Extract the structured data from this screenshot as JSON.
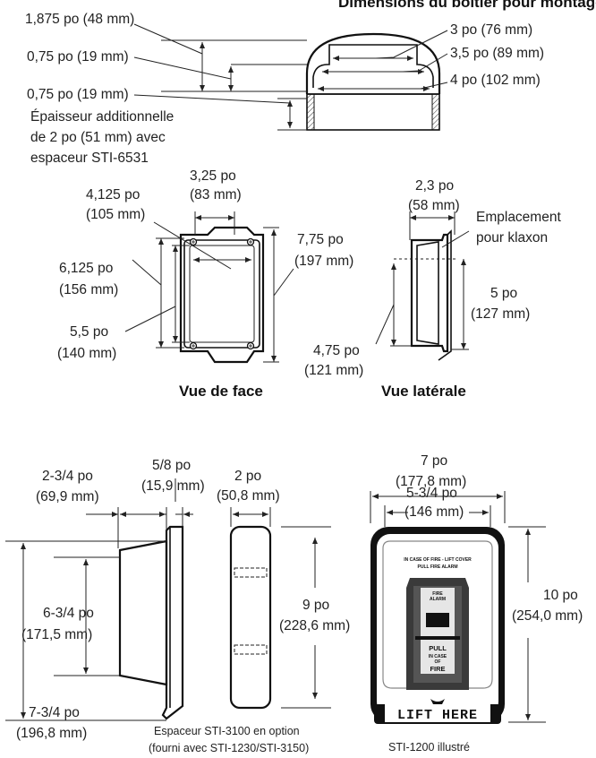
{
  "title_top": "Dimensions du boîtier pour montage en applique",
  "top": {
    "d1": "1,875 po (48 mm)",
    "d2": "0,75 po (19 mm)",
    "d3": "0,75 po (19 mm)",
    "note1": "Épaisseur additionnelle",
    "note2": "de 2 po (51 mm) avec",
    "note3": "espaceur STI-6531",
    "r1": "3 po (76 mm)",
    "r2": "3,5 po (89 mm)",
    "r3": "4 po (102 mm)"
  },
  "front": {
    "w1a": "3,25 po",
    "w1b": "(83 mm)",
    "w2a": "4,125 po",
    "w2b": "(105 mm)",
    "h1a": "6,125 po",
    "h1b": "(156 mm)",
    "h2a": "5,5 po",
    "h2b": "(140 mm)",
    "h3a": "7,75 po",
    "h3b": "(197 mm)",
    "caption": "Vue de face"
  },
  "side": {
    "wa": "2,3 po",
    "wb": "(58 mm)",
    "horn1": "Emplacement",
    "horn2": "pour klaxon",
    "h1a": "5 po",
    "h1b": "(127 mm)",
    "h2a": "4,75 po",
    "h2b": "(121 mm)",
    "caption": "Vue latérale"
  },
  "bottom": {
    "a1": "5/8 po",
    "a2": "(15,9 mm)",
    "b1": "2-3/4 po",
    "b2": "(69,9 mm)",
    "c1": "2 po",
    "c2": "(50,8 mm)",
    "d1": "6-3/4 po",
    "d2": "(171,5 mm)",
    "e1": "7-3/4 po",
    "e2": "(196,8 mm)",
    "f1": "9 po",
    "f2": "(228,6 mm)",
    "g1": "7 po",
    "g2": "(177,8 mm)",
    "h1": "5-3/4 po",
    "h2": "(146 mm)",
    "i1": "10 po",
    "i2": "(254,0 mm)",
    "spacer1": "Espaceur STI-3100 en option",
    "spacer2": "(fourni avec STI-1230/STI-3150)",
    "shown": "STI-1200 illustré",
    "cover1": "IN CASE OF FIRE - LIFT COVER",
    "cover2": "PULL FIRE ALARM",
    "fire": "FIRE",
    "alarm": "ALARM",
    "pull": "PULL",
    "incase": "IN CASE",
    "of": "OF",
    "fire2": "FIRE",
    "lift": "LIFT HERE"
  }
}
